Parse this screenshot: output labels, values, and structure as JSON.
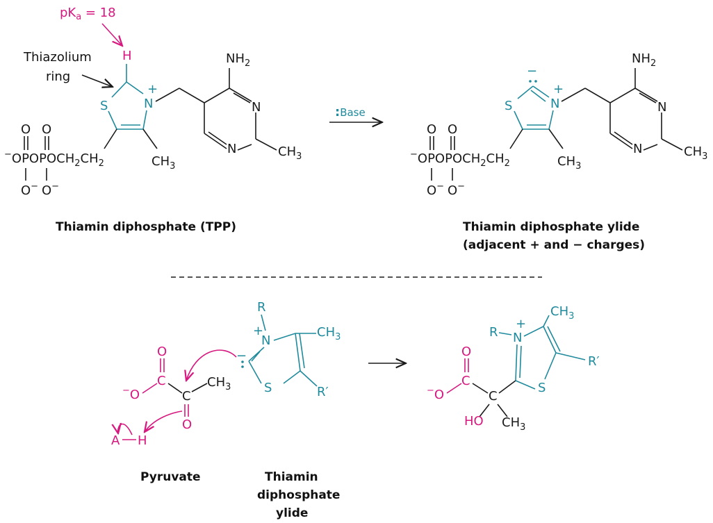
{
  "colors": {
    "teal": "#1f8a9c",
    "magenta": "#d6187f",
    "black": "#1a1a1a"
  },
  "top": {
    "pka_label": "pK",
    "pka_sub": "a",
    "pka_value": " = 18",
    "h_label": "H",
    "ring_label_1": "Thiazolium",
    "ring_label_2": "ring",
    "reagent_colon": ":",
    "reagent": "Base",
    "left_name": "Thiamin diphosphate (TPP)",
    "right_name_1": "Thiamin diphosphate ylide",
    "right_name_2": "(adjacent + and − charges)"
  },
  "atoms": {
    "S": "S",
    "N": "N",
    "plus": "+",
    "minus": "−",
    "NH": "NH",
    "two": "2",
    "CH": "CH",
    "three": "3",
    "O": "O",
    "P": "P",
    "C": "C",
    "H": "H",
    "A": "A",
    "R": "R",
    "Rp": "R′",
    "HO": "HO"
  },
  "phosphate_chain": {
    "line": "OPOPOCH",
    "ch_tail": "CH",
    "ch_sub": "2"
  },
  "bottom": {
    "pyruvate": "Pyruvate",
    "ylide_1": "Thiamin",
    "ylide_2": "diphosphate",
    "ylide_3": "ylide"
  }
}
